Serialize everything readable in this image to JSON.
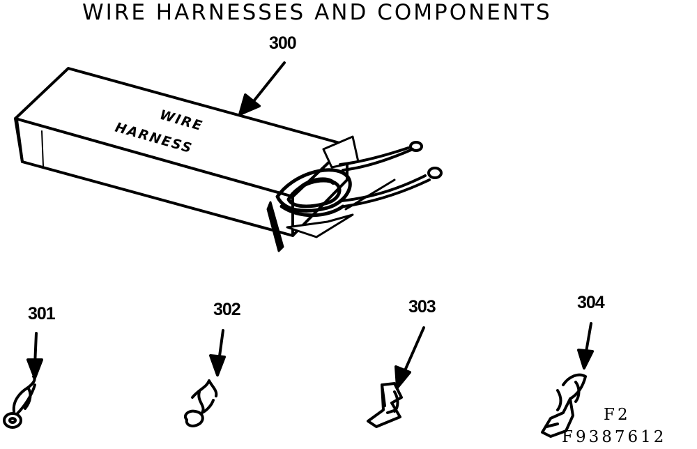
{
  "title": "WIRE HARNESSES AND COMPONENTS",
  "box_label": {
    "line1": "WIRE",
    "line2": "HARNESS"
  },
  "callouts": {
    "harness": "300",
    "terminal_ring_small": "301",
    "terminal_ring_hook": "302",
    "terminal_flat": "303",
    "terminal_spade": "304"
  },
  "figure_code": {
    "line1": "F2",
    "line2": "F9387612"
  }
}
